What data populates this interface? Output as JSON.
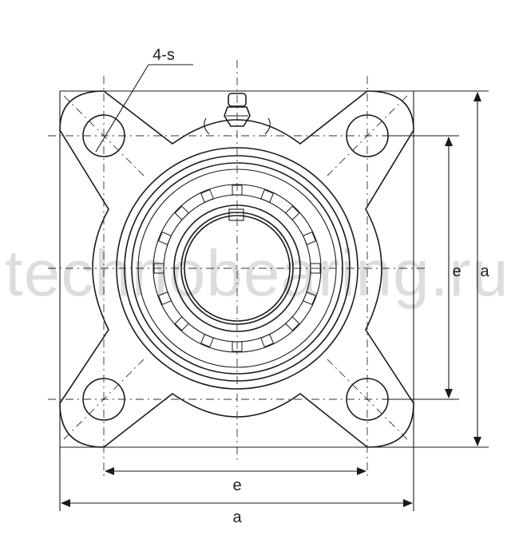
{
  "labels": {
    "hole_spec": "4-s",
    "e_horizontal": "e",
    "a_horizontal": "a",
    "e_vertical": "e",
    "a_vertical": "a"
  },
  "watermark": "technobearing.ru",
  "colors": {
    "line": "#1a1a1a",
    "background": "#ffffff"
  }
}
